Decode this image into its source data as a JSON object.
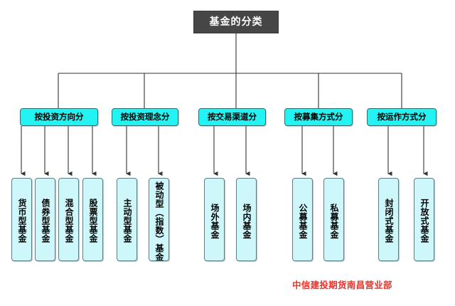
{
  "diagram": {
    "type": "tree-org-chart",
    "root": {
      "label": "基金的分类",
      "box_color": "#464646",
      "text_color": "#ffffff"
    },
    "branch_color": "#24f3f3",
    "leaf_color": "#cdf7fb",
    "categories": [
      {
        "label": "按投资方向分",
        "children": [
          {
            "label": "货币型基金"
          },
          {
            "label": "债券型基金"
          },
          {
            "label": "混合型基金"
          },
          {
            "label": "股票型基金"
          }
        ]
      },
      {
        "label": "按投资理念分",
        "children": [
          {
            "label": "主动型基金"
          },
          {
            "label": "被动型（指数）基金"
          }
        ]
      },
      {
        "label": "按交易渠道分",
        "children": [
          {
            "label": "场外基金"
          },
          {
            "label": "场内基金"
          }
        ]
      },
      {
        "label": "按募集方式分",
        "children": [
          {
            "label": "公募基金"
          },
          {
            "label": "私募基金"
          }
        ]
      },
      {
        "label": "按运作方式分",
        "children": [
          {
            "label": "封闭式基金"
          },
          {
            "label": "开放式基金"
          }
        ]
      }
    ]
  },
  "footer": {
    "watermark": "中信建投期货南昌营业部",
    "color": "#e8342a"
  }
}
